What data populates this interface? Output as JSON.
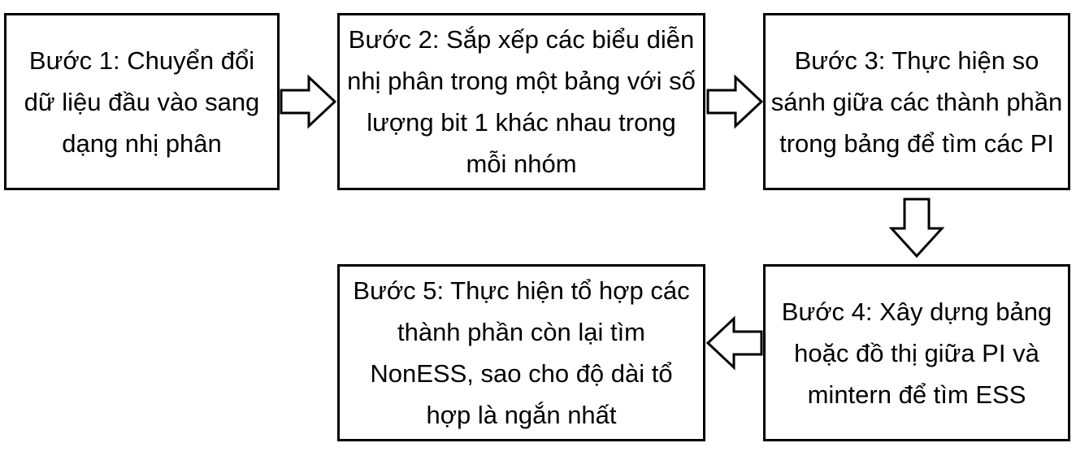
{
  "diagram": {
    "steps": [
      {
        "id": 1,
        "text": "Bước 1: Chuyển đổi dữ liệu đầu vào sang dạng nhị phân"
      },
      {
        "id": 2,
        "text": "Bước 2: Sắp xếp các biểu diễn nhị phân trong một bảng với số lượng bit 1 khác nhau trong mỗi nhóm"
      },
      {
        "id": 3,
        "text": "Bước 3: Thực hiện so sánh giữa các thành phần trong bảng để tìm các PI"
      },
      {
        "id": 4,
        "text": "Bước 4: Xây dựng bảng hoặc đồ thị giữa PI và mintern để tìm ESS"
      },
      {
        "id": 5,
        "text": "Bước 5: Thực hiện tổ hợp các thành phần còn lại tìm NonESS, sao cho độ dài tổ hợp là ngắn nhất"
      }
    ],
    "connections": [
      {
        "from": 1,
        "to": 2,
        "direction": "right"
      },
      {
        "from": 2,
        "to": 3,
        "direction": "right"
      },
      {
        "from": 3,
        "to": 4,
        "direction": "down"
      },
      {
        "from": 4,
        "to": 5,
        "direction": "left"
      }
    ],
    "colors": {
      "stroke": "#000000",
      "fill": "#ffffff"
    }
  }
}
